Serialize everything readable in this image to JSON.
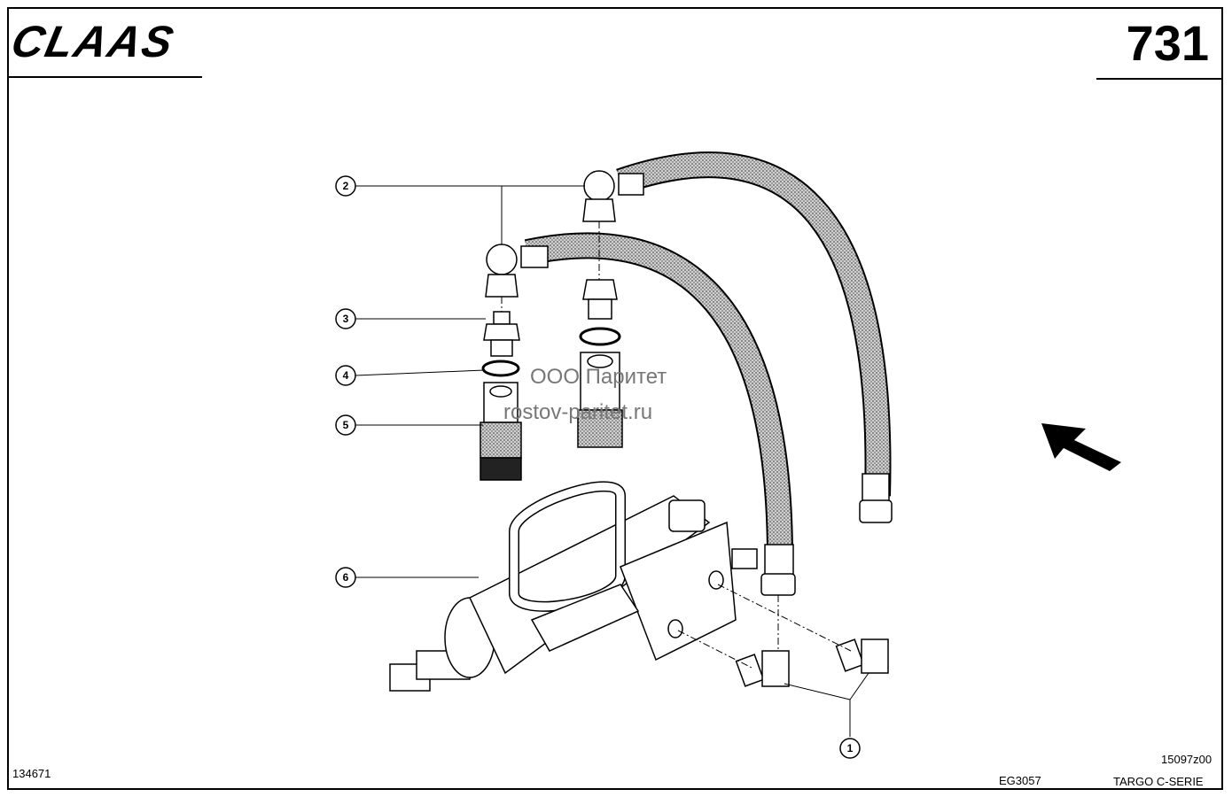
{
  "header": {
    "brand": "CLAAS",
    "page_number": "731"
  },
  "watermark": {
    "line1": "ООО Паритет",
    "line2": "rostov-paritet.ru"
  },
  "callouts": [
    "1",
    "2",
    "3",
    "4",
    "5",
    "6"
  ],
  "footer": {
    "left_code": "134671",
    "center_code": "EG3057",
    "right_top": "15097z00",
    "right_bottom": "TARGO C-SERIE"
  }
}
